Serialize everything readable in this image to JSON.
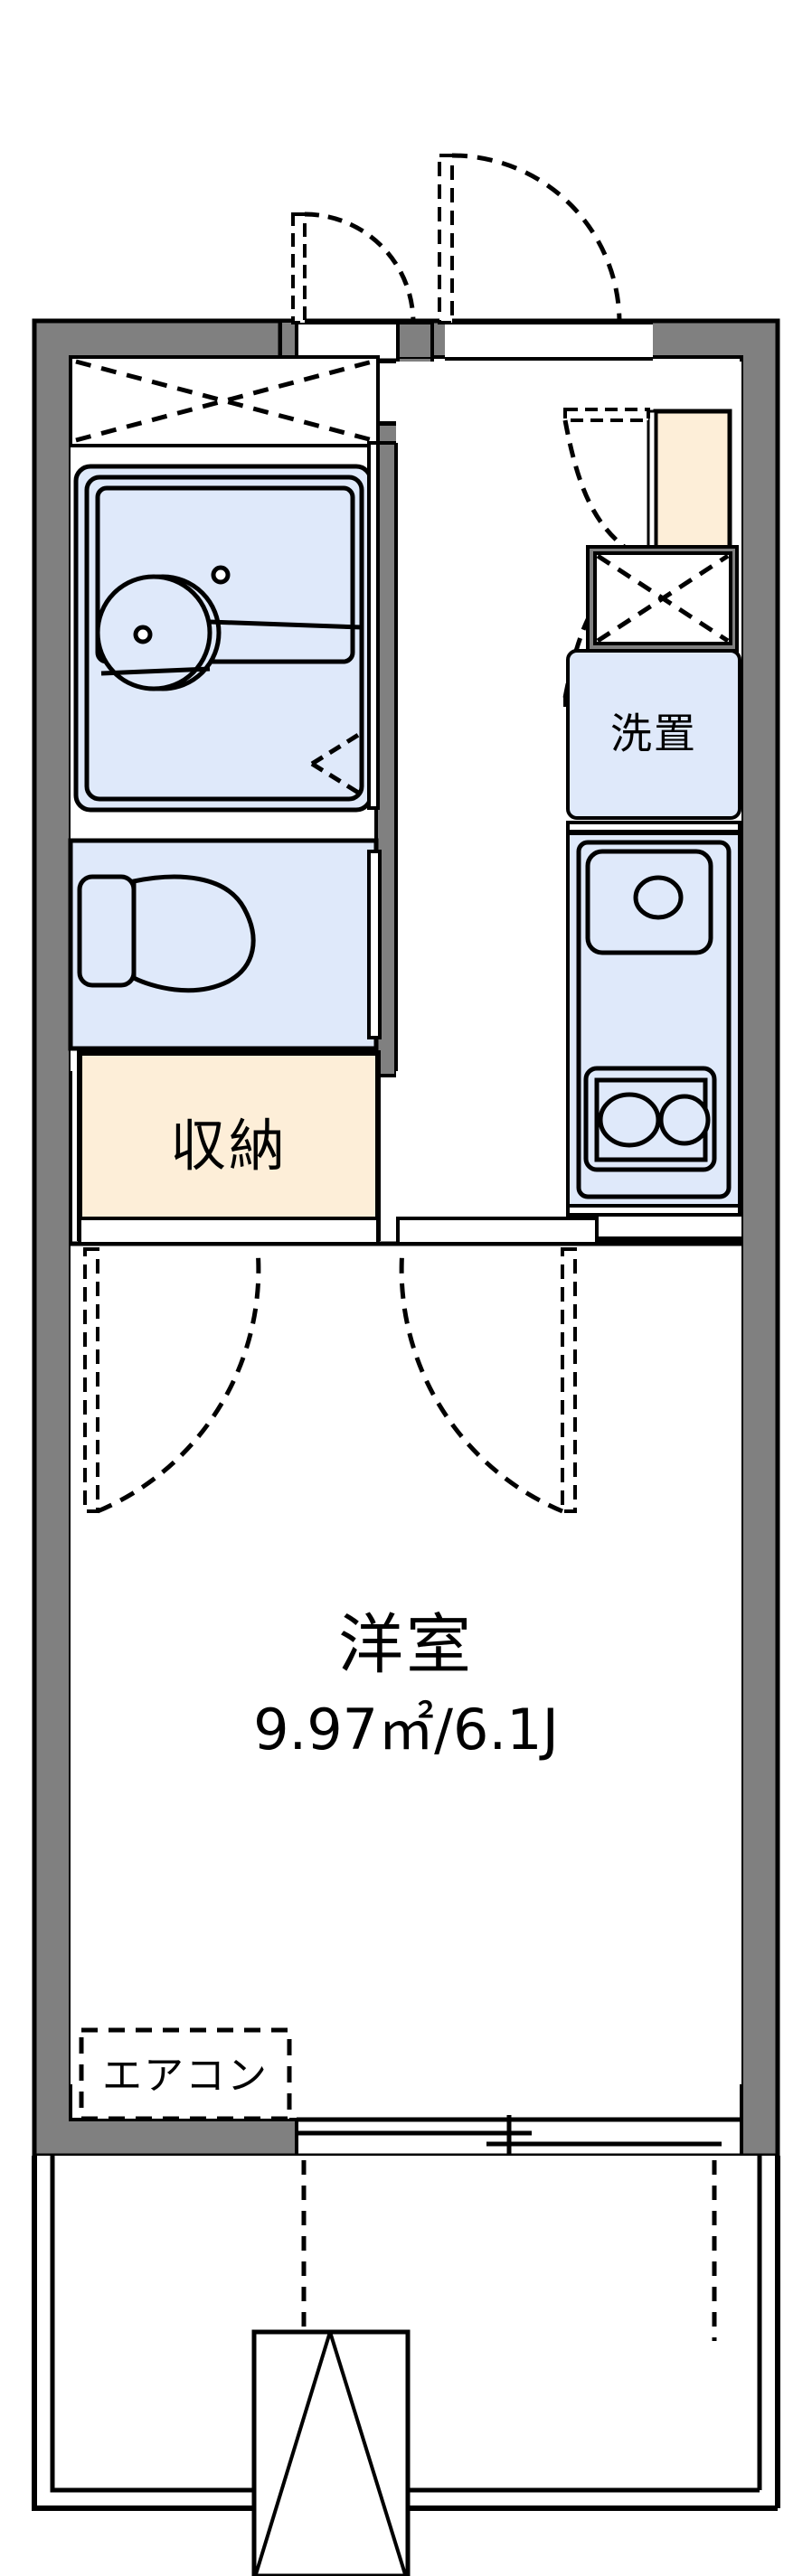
{
  "document": {
    "type": "floor-plan",
    "unit_layout": "1K",
    "orientation": "plan-view"
  },
  "colors": {
    "wall_fill": "#808080",
    "wall_stroke": "#000000",
    "fixture_fill": "#dfe9fa",
    "storage_fill": "#fdeed8",
    "line": "#000000",
    "background": "#ffffff"
  },
  "rooms": [
    {
      "id": "western-room",
      "name": "洋室",
      "area_label": "9.97㎡/6.1J",
      "area_sqm": 9.97,
      "area_jo": 6.1
    },
    {
      "id": "closet",
      "name": "収納"
    },
    {
      "id": "washer-space",
      "name": "洗置"
    }
  ],
  "annotations": [
    {
      "id": "aircon",
      "label": "エアコン",
      "style": "dashed-box"
    }
  ],
  "fixtures": [
    {
      "id": "unit-bath",
      "name": "unit-bath",
      "note": "bathtub with washbasin"
    },
    {
      "id": "bathtub",
      "name": "bathtub"
    },
    {
      "id": "washbasin",
      "name": "washbasin"
    },
    {
      "id": "toilet",
      "name": "toilet"
    },
    {
      "id": "kitchen-sink",
      "name": "kitchen-sink"
    },
    {
      "id": "gas-stove",
      "name": "gas-stove-two-burner"
    },
    {
      "id": "washing-machine-space",
      "name": "washing-machine-space"
    },
    {
      "id": "shoe-cabinet",
      "name": "shoe-cabinet"
    },
    {
      "id": "overhead-storage-bath",
      "name": "overhead-storage"
    },
    {
      "id": "overhead-storage-kitchen",
      "name": "overhead-storage"
    },
    {
      "id": "balcony",
      "name": "balcony"
    },
    {
      "id": "balcony-rail-unit",
      "name": "balcony-partition-panel"
    }
  ],
  "doors": [
    {
      "id": "entrance-door",
      "name": "entrance-door",
      "swing": "inward-right"
    },
    {
      "id": "bath-door",
      "name": "bathroom-door",
      "swing": "inward"
    },
    {
      "id": "toilet-door",
      "name": "toilet-door",
      "swing": "inward"
    },
    {
      "id": "room-door-left",
      "name": "room-door-left",
      "swing": "inward"
    },
    {
      "id": "room-door-right",
      "name": "room-door-right",
      "swing": "inward"
    },
    {
      "id": "shoe-cabinet-door",
      "name": "shoe-cabinet-door",
      "swing": "folding"
    },
    {
      "id": "balcony-window",
      "name": "balcony-sliding-window",
      "type": "sliding"
    },
    {
      "id": "entry-small-door",
      "name": "meter-box-door",
      "swing": "inward"
    }
  ]
}
